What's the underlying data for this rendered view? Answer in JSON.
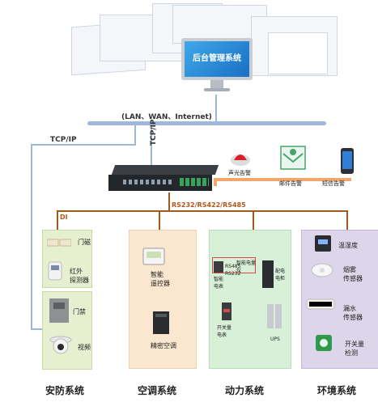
{
  "network": {
    "label": "(LAN、WAN、Internet)"
  },
  "monitor": {
    "title": "后台管理系统"
  },
  "links": {
    "tcpip_left": "TCP/IP",
    "tcpip_vertical": "TCP/IP",
    "serial": "RS232/RS422/RS485",
    "di": "DI"
  },
  "alarms": [
    {
      "label": "声光告警",
      "icon": "siren-icon"
    },
    {
      "label": "邮件告警",
      "icon": "envelope-icon"
    },
    {
      "label": "短信告警",
      "icon": "phone-icon"
    }
  ],
  "systems": [
    {
      "name": "安防系统",
      "color": "#e6efd0",
      "items": [
        {
          "label": "门磁",
          "icon": "door-magnet-icon"
        },
        {
          "label": "红外\n探测器",
          "icon": "infrared-detector-icon"
        },
        {
          "label": "门禁",
          "icon": "access-control-icon"
        },
        {
          "label": "视频",
          "icon": "camera-icon"
        }
      ]
    },
    {
      "name": "空调系统",
      "color": "#fbe6cf",
      "items": [
        {
          "label": "智能\n遥控器",
          "icon": "remote-controller-icon"
        },
        {
          "label": "精密空调",
          "icon": "air-conditioner-icon"
        }
      ]
    },
    {
      "name": "动力系统",
      "color": "#d7f0d7",
      "items": [
        {
          "label": "RS485",
          "icon": ""
        },
        {
          "label": "RS232",
          "icon": ""
        },
        {
          "label": "智能电量\n仪",
          "icon": "power-meter-icon"
        },
        {
          "label": "智能\n电表",
          "icon": ""
        },
        {
          "label": "开关量\n电表",
          "icon": ""
        },
        {
          "label": "配电\n电柜",
          "icon": "distribution-cabinet-icon"
        },
        {
          "label": "UPS",
          "icon": "ups-icon"
        }
      ]
    },
    {
      "name": "环境系统",
      "color": "#ddd6eb",
      "items": [
        {
          "label": "温湿度",
          "icon": "temp-humidity-icon"
        },
        {
          "label": "烟雾\n传感器",
          "icon": "smoke-sensor-icon"
        },
        {
          "label": "漏水\n传感器",
          "icon": "water-leak-icon"
        },
        {
          "label": "开关量\n检测",
          "icon": "switch-detect-icon"
        }
      ]
    }
  ]
}
